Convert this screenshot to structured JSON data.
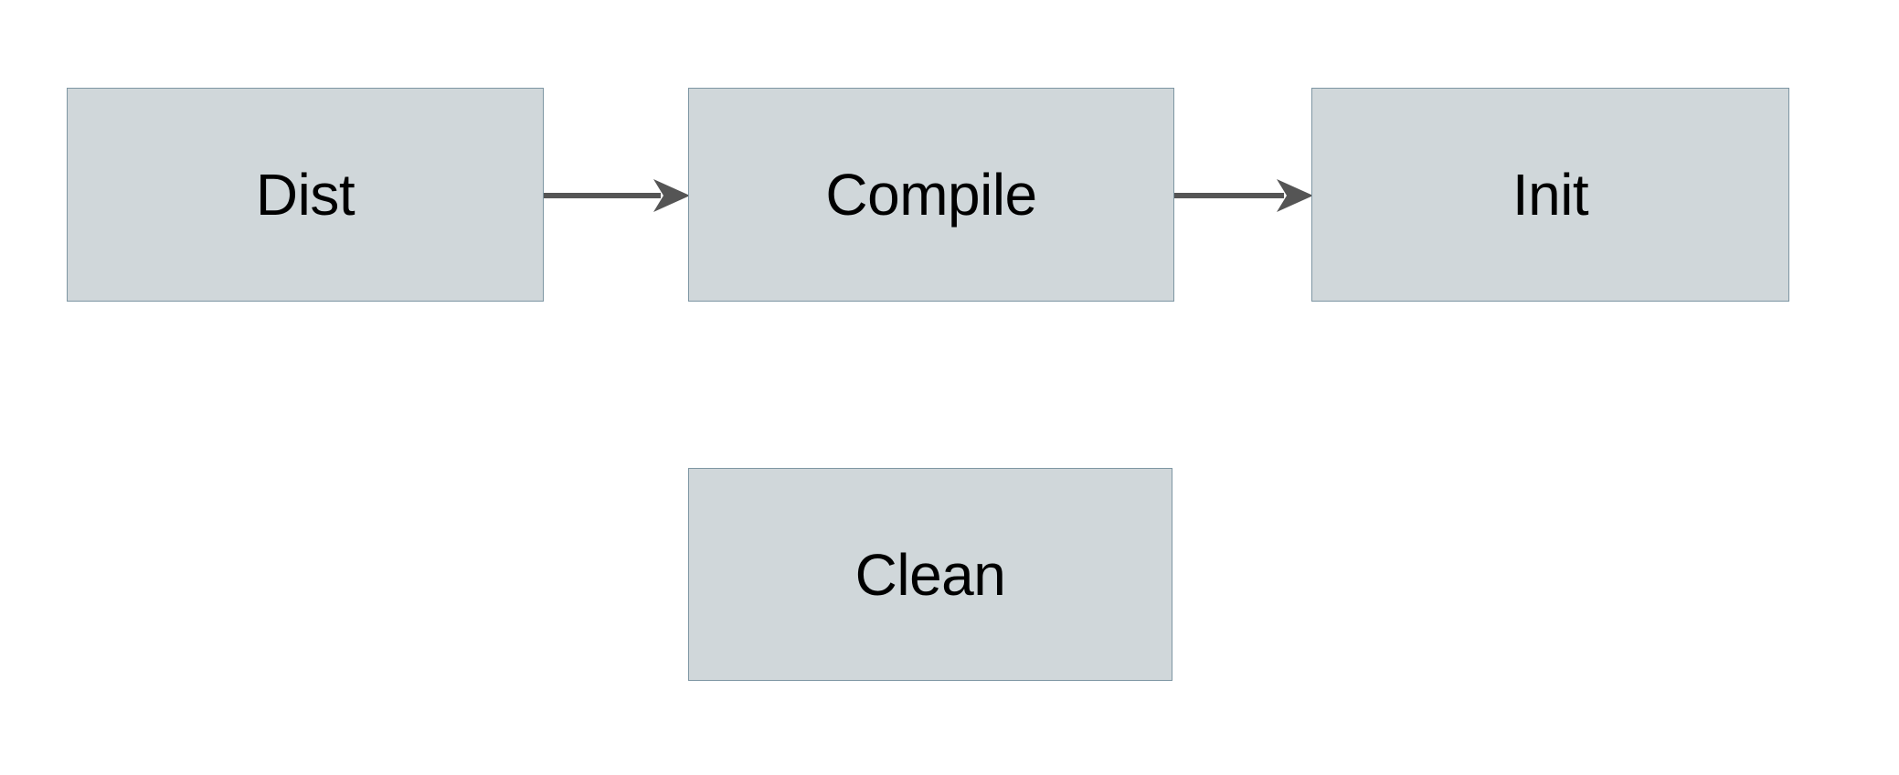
{
  "diagram": {
    "type": "flowchart",
    "background_color": "#ffffff",
    "node_fill_color": "#d0d7da",
    "node_border_color": "#7e96a3",
    "edge_color": "#555555",
    "label_color": "#000000",
    "nodes": [
      {
        "id": "dist",
        "label": "Dist"
      },
      {
        "id": "compile",
        "label": "Compile"
      },
      {
        "id": "init",
        "label": "Init"
      },
      {
        "id": "clean",
        "label": "Clean"
      }
    ],
    "edges": [
      {
        "id": "dist-compile",
        "from": "Dist",
        "to": "Compile",
        "label": "",
        "arrowhead": "barbed"
      },
      {
        "id": "compile-init",
        "from": "Compile",
        "to": "Init",
        "label": "",
        "arrowhead": "barbed"
      }
    ]
  }
}
